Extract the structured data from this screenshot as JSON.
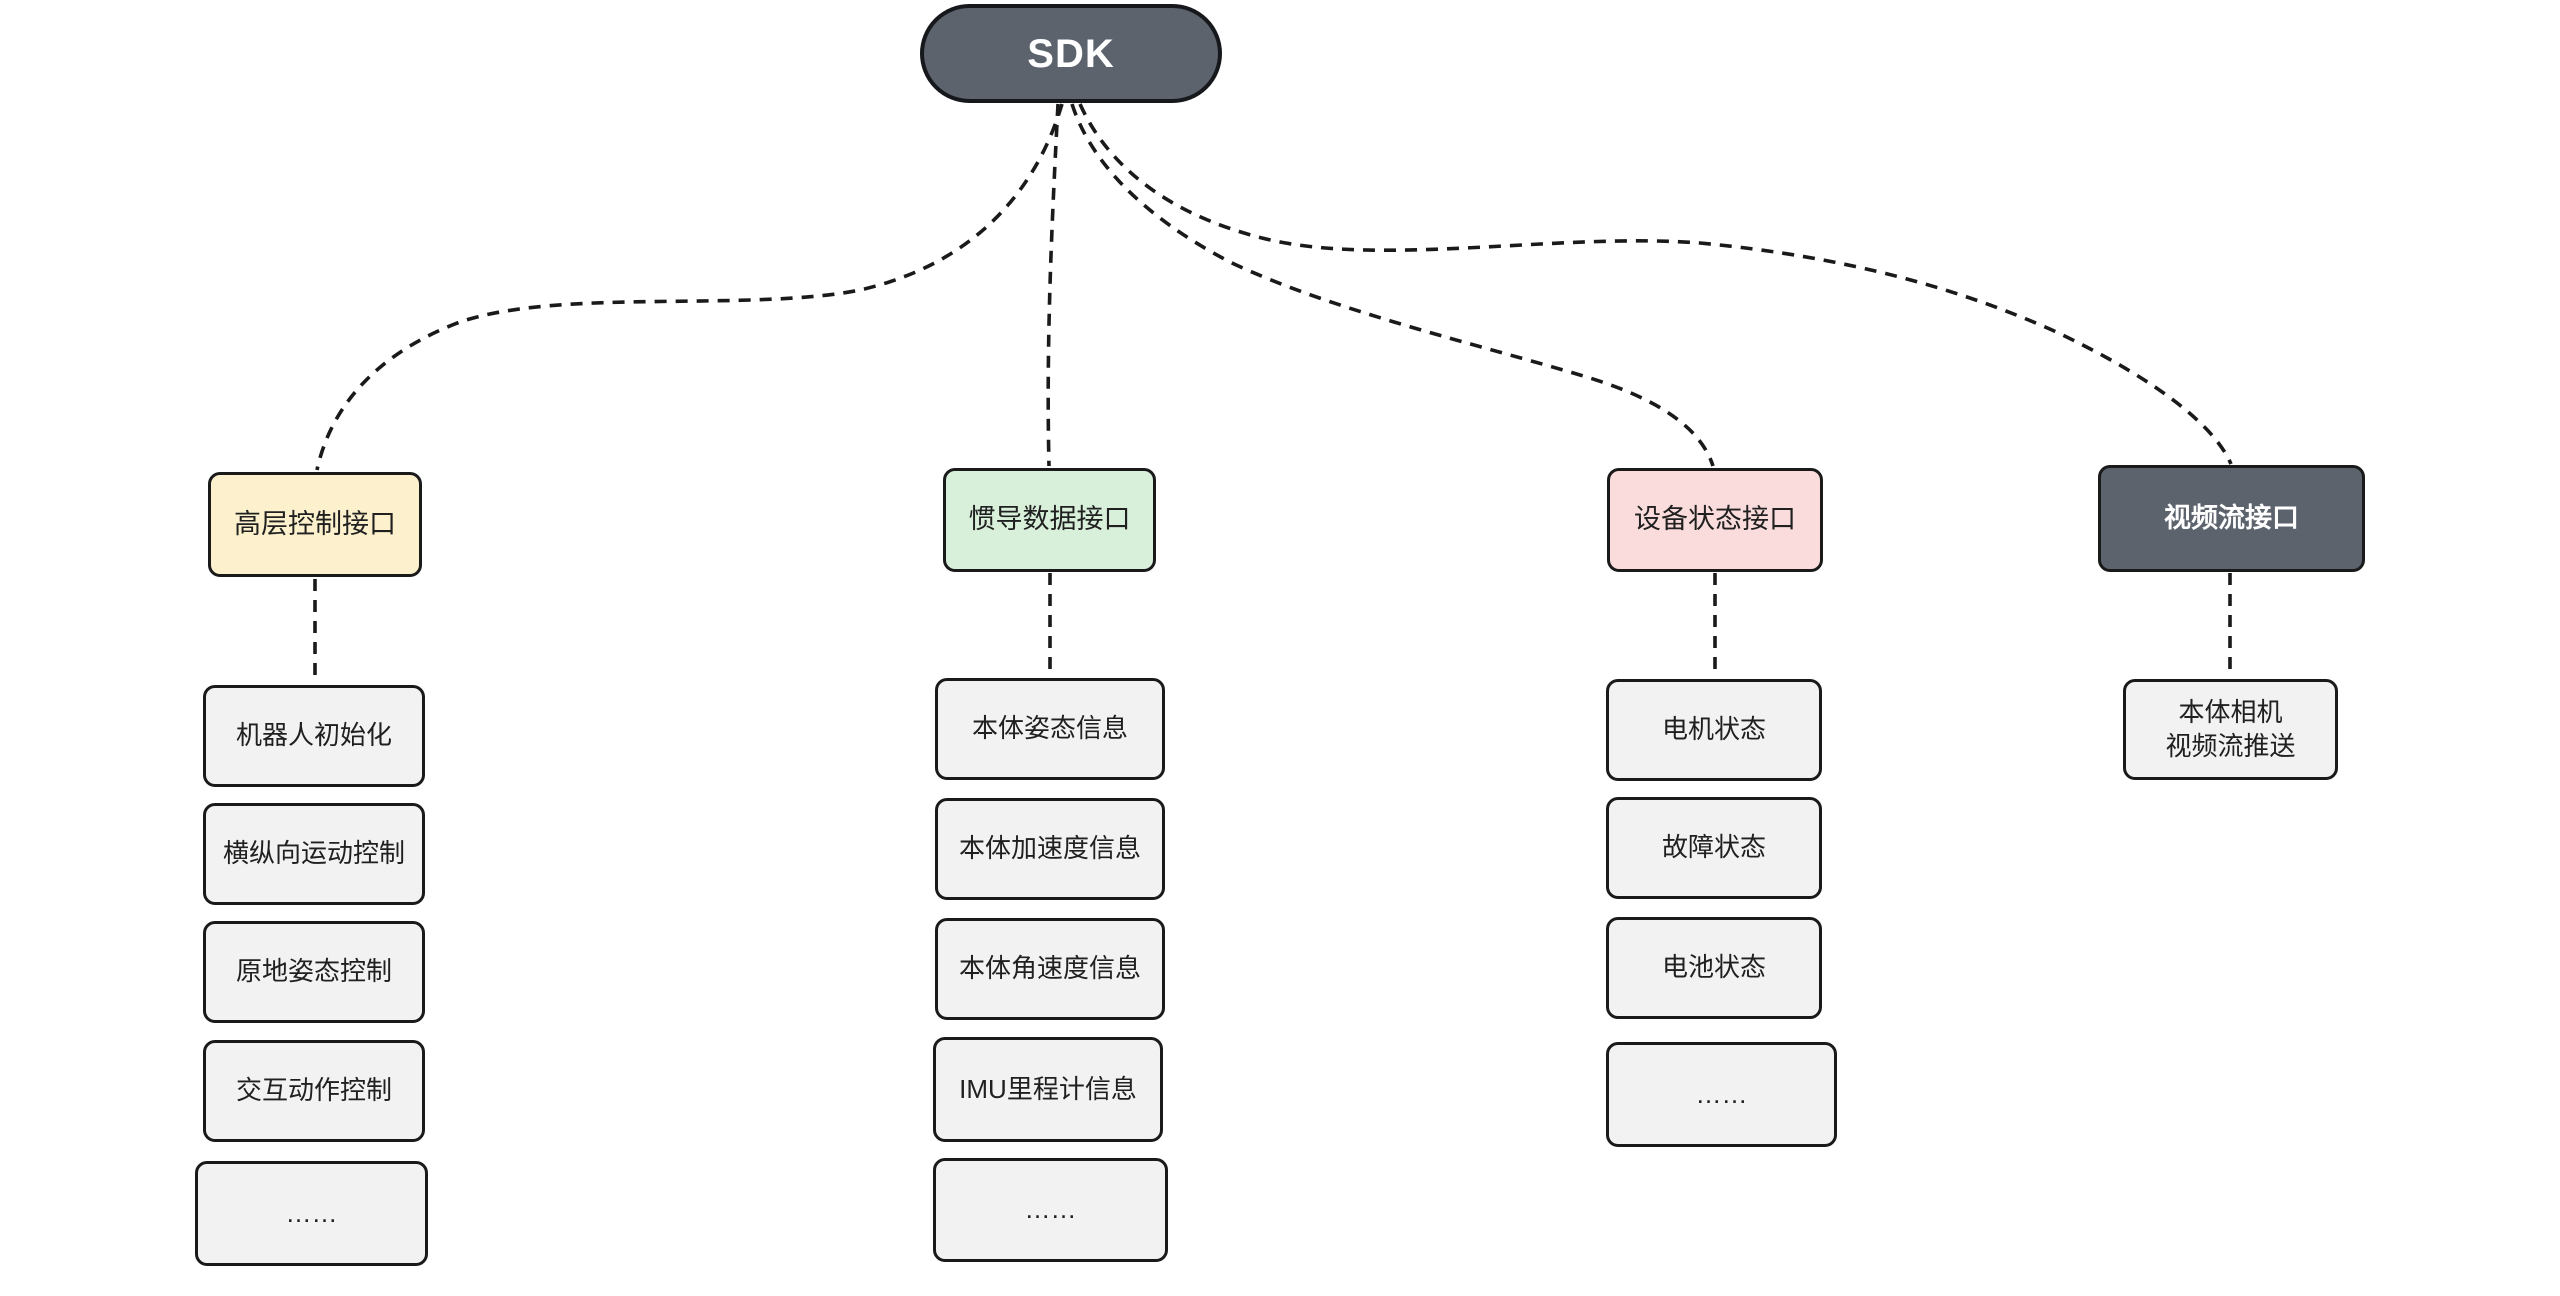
{
  "diagram": {
    "root": {
      "label": "SDK"
    },
    "branches": [
      {
        "label": "高层控制接口",
        "fill": "#FCF0CD",
        "children": [
          "机器人初始化",
          "横纵向运动控制",
          "原地姿态控制",
          "交互动作控制",
          "……"
        ]
      },
      {
        "label": "惯导数据接口",
        "fill": "#D8F0DA",
        "children": [
          "本体姿态信息",
          "本体加速度信息",
          "本体角速度信息",
          "IMU里程计信息",
          "……"
        ]
      },
      {
        "label": "设备状态接口",
        "fill": "#FBDCDC",
        "children": [
          "电机状态",
          "故障状态",
          "电池状态",
          "……"
        ]
      },
      {
        "label": "视频流接口",
        "fill": "#5C636D",
        "children": [
          "本体相机\n视频流推送"
        ]
      }
    ],
    "colors": {
      "background": "#FFFFFF",
      "root_fill": "#5C636D",
      "root_text": "#FFFFFF",
      "child_fill": "#F2F2F2",
      "border": "#1A1A1A",
      "text": "#202020"
    }
  }
}
